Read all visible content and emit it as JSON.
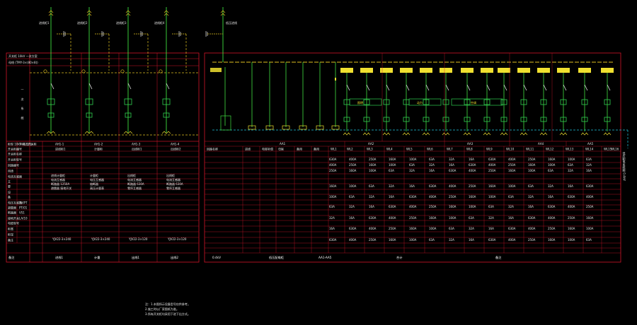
{
  "colors": {
    "background": "#000000",
    "frame": "#d2142a",
    "busbar": "#40e040",
    "dashed_control": "#e0c020",
    "text": "#e8e8e8",
    "cyan_line": "#20c8e0",
    "device_yellow": "#f0e030",
    "device_green": "#30d050"
  },
  "left_panel": {
    "incoming_feeders": [
      {
        "label": "进线柜1"
      },
      {
        "label": "进线柜2"
      },
      {
        "label": "进线柜3"
      },
      {
        "label": "进线柜4"
      }
    ],
    "header_rows": [
      "开关柜 10kV 一次方案",
      "母线 (TMY-3×(80×8))"
    ],
    "side_vertical_label": "一 次 系 统",
    "table": {
      "row_labels": [
        "柜型 10kV 高压开关柜",
        "开关柜编号",
        "开关柜名称",
        "开关柜型号",
        "回路编号",
        "用途",
        "电流互感器",
        "主",
        "要",
        "设",
        "备",
        "电压互感器",
        "避雷器",
        "断路器",
        "接地开关",
        "电缆型号",
        "柜宽",
        "柜深",
        "备注"
      ],
      "param_labels": [
        "TV/1 1(1)",
        "",
        "",
        "",
        "",
        "",
        "",
        "",
        "",
        "",
        "",
        "TV/PT",
        "PT/01",
        "VS1",
        "LA/10",
        "",
        "",
        "",
        ""
      ],
      "columns": [
        {
          "no": "AH1-1",
          "name": "进线柜1",
          "desc": [
            "进线计量柜",
            "电流互感器",
            "断路器 1250A",
            "避雷器 接地开关"
          ],
          "cable": "YJV22-3×240",
          "note": "进线1"
        },
        {
          "no": "AH1-2",
          "name": "计量柜",
          "desc": [
            "计量柜",
            "电压互感器",
            "熔断器",
            "高压计量表"
          ],
          "cable": "YJV22-3×240",
          "note": "计量"
        },
        {
          "no": "AH1-3",
          "name": "出线柜1",
          "desc": [
            "出线柜",
            "电流互感器",
            "断路器 630A",
            "零序互感器"
          ],
          "cable": "YJV22-3×120",
          "note": "出线1"
        },
        {
          "no": "AH1-4",
          "name": "出线柜2",
          "desc": [
            "出线柜",
            "电流互感器",
            "断路器 630A",
            "零序互感器"
          ],
          "cable": "YJV22-3×120",
          "note": "出线2"
        }
      ],
      "footer_label": "备注",
      "footer_values": [
        "进线1",
        "计量",
        "出线1",
        "出线2"
      ]
    }
  },
  "right_panel": {
    "incoming_feeder": {
      "label": "低压进线"
    },
    "right_vertical_label": "低压配电系统图 0.4kV",
    "load_groups": [
      {
        "label": "照明"
      },
      {
        "label": "动力"
      },
      {
        "label": "空调"
      }
    ],
    "table": {
      "row1": [
        "回路名称",
        "进线",
        "电容补偿",
        "母联",
        "备用",
        "备用",
        "WL1",
        "WL2",
        "WL3",
        "WL4",
        "WL5",
        "WL6",
        "WL7",
        "WL8",
        "WL9",
        "WL10",
        "WL11",
        "WL12",
        "WL13",
        "WL14",
        "WL15",
        "WL16"
      ],
      "group_headers": [
        "AA1",
        "AA2",
        "AA3",
        "AA4",
        "AA5"
      ],
      "bottom_notes": [
        "0.4kV",
        "低压配电柜",
        "AA1-AA5",
        "合计",
        "备注"
      ],
      "cell_values": [
        "630A",
        "400A",
        "250A",
        "160A",
        "100A",
        "63A",
        "32A",
        "16A"
      ]
    }
  },
  "notes": [
    "注：1.本图所示设备型号仅供参考。",
    "2.施工时以厂家图纸为准。",
    "3.所有开关柜均采用下进下出方式。"
  ]
}
